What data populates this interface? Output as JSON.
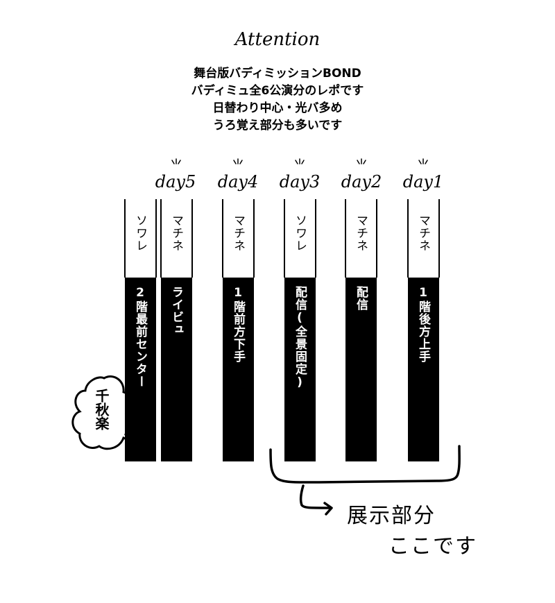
{
  "title": "Attention",
  "notes": [
    "舞台版バディミッションBOND",
    "バディミュ全6公演分のレポです",
    "日替わり中心・光バ多め",
    "うろ覚え部分も多いです"
  ],
  "days": [
    "day5",
    "day4",
    "day3",
    "day2",
    "day1"
  ],
  "columns": [
    {
      "show": "ソワレ",
      "seat": "2階最前センター"
    },
    {
      "show": "マチネ",
      "seat": "ライビュ"
    },
    {
      "show": "マチネ",
      "seat": "1階前方下手"
    },
    {
      "show": "ソワレ",
      "seat": "配信(全景固定)"
    },
    {
      "show": "マチネ",
      "seat": "配信"
    },
    {
      "show": "マチネ",
      "seat": "1階後方上手"
    }
  ],
  "bubble": "千秋楽",
  "annotation": {
    "line1": "展示部分",
    "line2": "ここです"
  }
}
